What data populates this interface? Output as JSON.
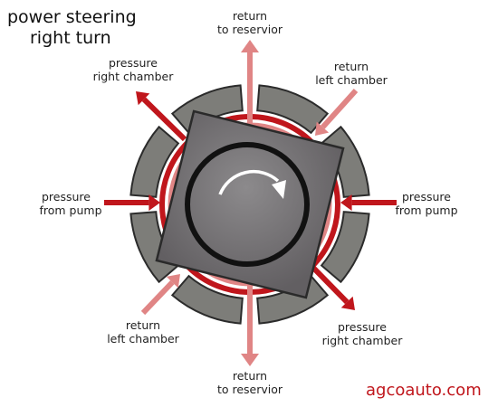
{
  "title": {
    "line1": "power steering",
    "line2": "right turn"
  },
  "watermark": "agcoauto.com",
  "labels": {
    "return_top": {
      "line1": "return",
      "line2": "to reservior"
    },
    "return_bottom": {
      "line1": "return",
      "line2": "to reservior"
    },
    "return_left_chamber_upper": {
      "line1": "return",
      "line2": "left chamber"
    },
    "return_left_chamber_lower": {
      "line1": "return",
      "line2": "left chamber"
    },
    "pressure_right_chamber_upper": {
      "line1": "pressure",
      "line2": "right chamber"
    },
    "pressure_right_chamber_lower": {
      "line1": "pressure",
      "line2": "right chamber"
    },
    "pressure_from_pump_left": {
      "line1": "pressure",
      "line2": "from pump"
    },
    "pressure_from_pump_right": {
      "line1": "pressure",
      "line2": "from pump"
    }
  },
  "colors": {
    "pressure": "#c0161c",
    "return": "#e08585",
    "segment": "#7d7d79",
    "rotor": "#7a787a",
    "watermark": "#c0161c"
  },
  "icons": {
    "rotation": "clockwise-arrow-icon"
  }
}
